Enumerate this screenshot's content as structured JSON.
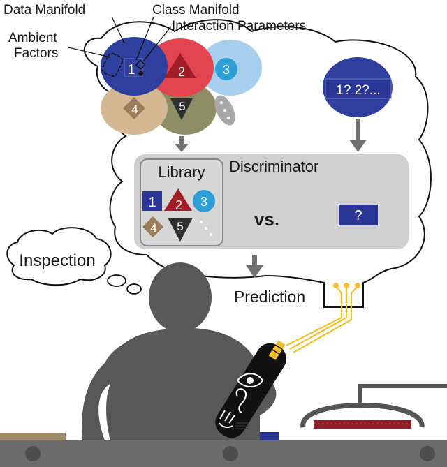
{
  "labels": {
    "data_manifold": "Data Manifold",
    "class_manifold": "Class Manifold",
    "interaction_parameters": "Interaction Parameters",
    "ambient_line1": "Ambient",
    "ambient_line2": "Factors",
    "library": "Library",
    "discriminator": "Discriminator",
    "vs": "vs.",
    "inspection": "Inspection",
    "prediction": "Prediction"
  },
  "classes": [
    "1",
    "2",
    "3",
    "4",
    "5"
  ],
  "unknown": {
    "query": "1? 2?...",
    "mark": "?"
  },
  "colors": {
    "class1": "#2e3f9e",
    "class2": "#e0454f",
    "class3": "#a9cfef",
    "class4": "#d4b894",
    "class5": "#8e8e66",
    "discriminator_bg": "#d0d0d0",
    "person": "#585858",
    "wire": "#f2c12e",
    "belt_product": "#2a3596",
    "belt_wood": "#a08a68",
    "heater": "#8e1f24"
  }
}
